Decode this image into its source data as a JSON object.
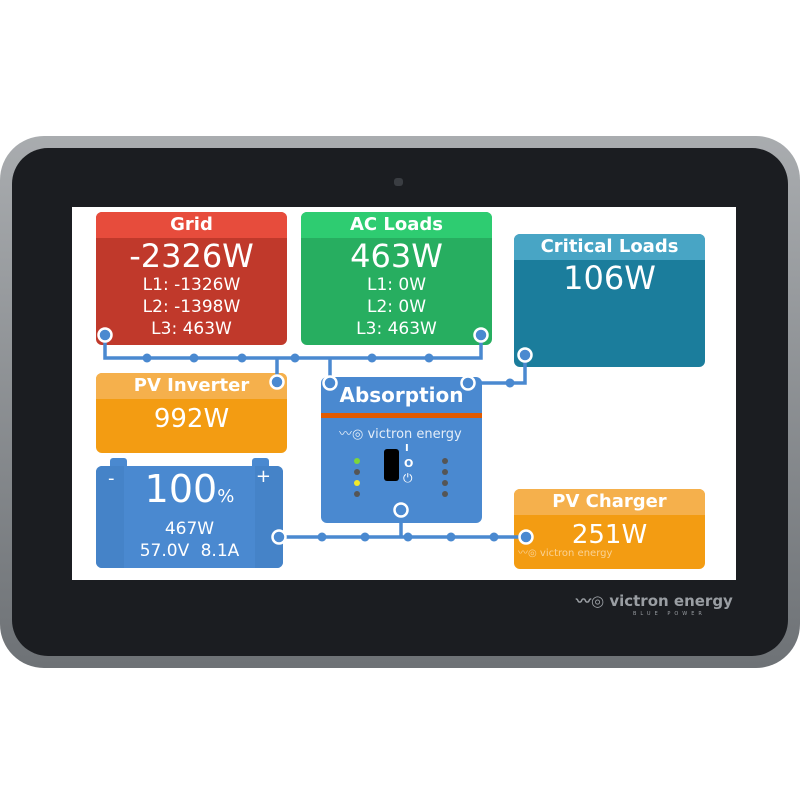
{
  "grid": {
    "title": "Grid",
    "power": "-2326W",
    "l1": "L1: -1326W",
    "l2": "L2: -1398W",
    "l3": "L3: 463W"
  },
  "ac_loads": {
    "title": "AC Loads",
    "power": "463W",
    "l1": "L1: 0W",
    "l2": "L2: 0W",
    "l3": "L3: 463W"
  },
  "critical_loads": {
    "title": "Critical Loads",
    "power": "106W"
  },
  "pv_inverter": {
    "title": "PV Inverter",
    "power": "992W"
  },
  "battery": {
    "soc": "100",
    "unit": "%",
    "power": "467W",
    "voltage": "57.0V",
    "current": "8.1A",
    "minus": "-",
    "plus": "+"
  },
  "inverter": {
    "state": "Absorption",
    "brand": "victron energy",
    "switch_on": "I",
    "switch_off": "O"
  },
  "pv_charger": {
    "title": "PV Charger",
    "power": "251W",
    "brand": "victron energy"
  },
  "device": {
    "brand": "victron energy",
    "tagline": "BLUE POWER"
  },
  "colors": {
    "grid": "#c0392b",
    "ac_loads": "#27ae60",
    "critical": "#1b7d9c",
    "pv": "#f39c12",
    "blue": "#4a89d0"
  }
}
